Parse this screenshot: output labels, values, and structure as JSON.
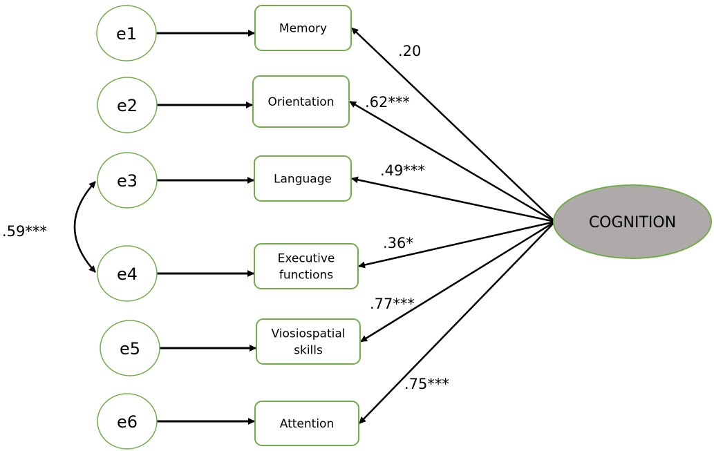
{
  "diagram": {
    "type": "structural-equation-model",
    "colors": {
      "node_border": "#70ad47",
      "latent_fill": "#aeaaaa",
      "observed_fill": "#ffffff",
      "arrow": "#000000"
    },
    "latent": {
      "id": "cognition",
      "label": "COGNITION"
    },
    "error_terms": [
      {
        "id": "e1",
        "label": "e1"
      },
      {
        "id": "e2",
        "label": "e2"
      },
      {
        "id": "e3",
        "label": "e3"
      },
      {
        "id": "e4",
        "label": "e4"
      },
      {
        "id": "e5",
        "label": "e5"
      },
      {
        "id": "e6",
        "label": "e6"
      }
    ],
    "observed": [
      {
        "id": "memory",
        "lines": [
          "Memory"
        ],
        "error": "e1",
        "loading": ".20"
      },
      {
        "id": "orientation",
        "lines": [
          "Orientation"
        ],
        "error": "e2",
        "loading": ".62***"
      },
      {
        "id": "language",
        "lines": [
          "Language"
        ],
        "error": "e3",
        "loading": ".49***"
      },
      {
        "id": "executive-functions",
        "lines": [
          "Executive",
          "functions"
        ],
        "error": "e4",
        "loading": ".36*"
      },
      {
        "id": "viosiospatial-skills",
        "lines": [
          "Viosiospatial",
          "skills"
        ],
        "error": "e5",
        "loading": ".77***"
      },
      {
        "id": "attention",
        "lines": [
          "Attention"
        ],
        "error": "e6",
        "loading": ".75***"
      }
    ],
    "covariances": [
      {
        "from": "e3",
        "to": "e4",
        "label": ".59***"
      }
    ]
  }
}
